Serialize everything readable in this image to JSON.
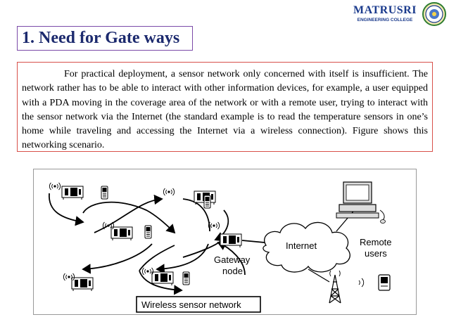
{
  "header": {
    "college_name": "MATRUSRI",
    "college_subtitle": "ENGINEERING COLLEGE"
  },
  "slide": {
    "title": "1. Need for Gate ways",
    "paragraph": "For practical deployment, a sensor network only concerned with itself is insufficient. The network rather has to be able to interact with other information devices, for example, a user equipped with a PDA moving in the coverage area of the network or with a remote user, trying to interact with the sensor network via the Internet  (the standard example is to read the temperature sensors in one’s home while traveling and accessing the Internet via a wireless connection). Figure shows this networking scenario."
  },
  "figure": {
    "gateway_label_line1": "Gateway",
    "gateway_label_line2": "node",
    "internet_label": "Internet",
    "remote_label_line1": "Remote",
    "remote_label_line2": "users",
    "network_label": "Wireless sensor network"
  },
  "icons": [
    "college-emblem-icon",
    "sensor-node-icon",
    "antenna-icon",
    "pda-icon",
    "desktop-computer-icon",
    "radio-tower-icon",
    "remote-pda-icon"
  ]
}
